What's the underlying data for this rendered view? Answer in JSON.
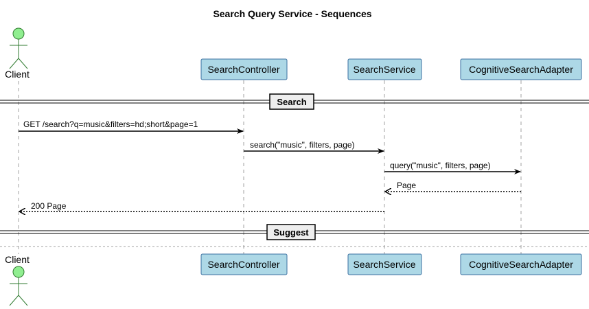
{
  "title": "Search Query Service - Sequences",
  "participants": {
    "client": {
      "label": "Client",
      "kind": "actor"
    },
    "search_controller": {
      "label": "SearchController",
      "kind": "participant"
    },
    "search_service": {
      "label": "SearchService",
      "kind": "participant"
    },
    "cognitive_search_adapter": {
      "label": "CognitiveSearchAdapter",
      "kind": "participant"
    }
  },
  "sections": {
    "search": "Search",
    "suggest": "Suggest"
  },
  "messages": {
    "m1": {
      "text": "GET /search?q=music&filters=hd;short&page=1",
      "from": "Client",
      "to": "SearchController",
      "style": "sync"
    },
    "m2": {
      "text": "search(\"music\", filters, page)",
      "from": "SearchController",
      "to": "SearchService",
      "style": "sync"
    },
    "m3": {
      "text": "query(\"music\", filters, page)",
      "from": "SearchService",
      "to": "CognitiveSearchAdapter",
      "style": "sync"
    },
    "m4": {
      "text": "Page",
      "from": "CognitiveSearchAdapter",
      "to": "SearchService",
      "style": "return"
    },
    "m5": {
      "text": "200 Page",
      "from": "SearchService",
      "to": "Client",
      "style": "return"
    }
  },
  "colors": {
    "participant_fill": "#add8e6",
    "participant_border": "#3a6fa0",
    "actor_fill": "#90ee90",
    "section_fill": "#eeeeee"
  }
}
